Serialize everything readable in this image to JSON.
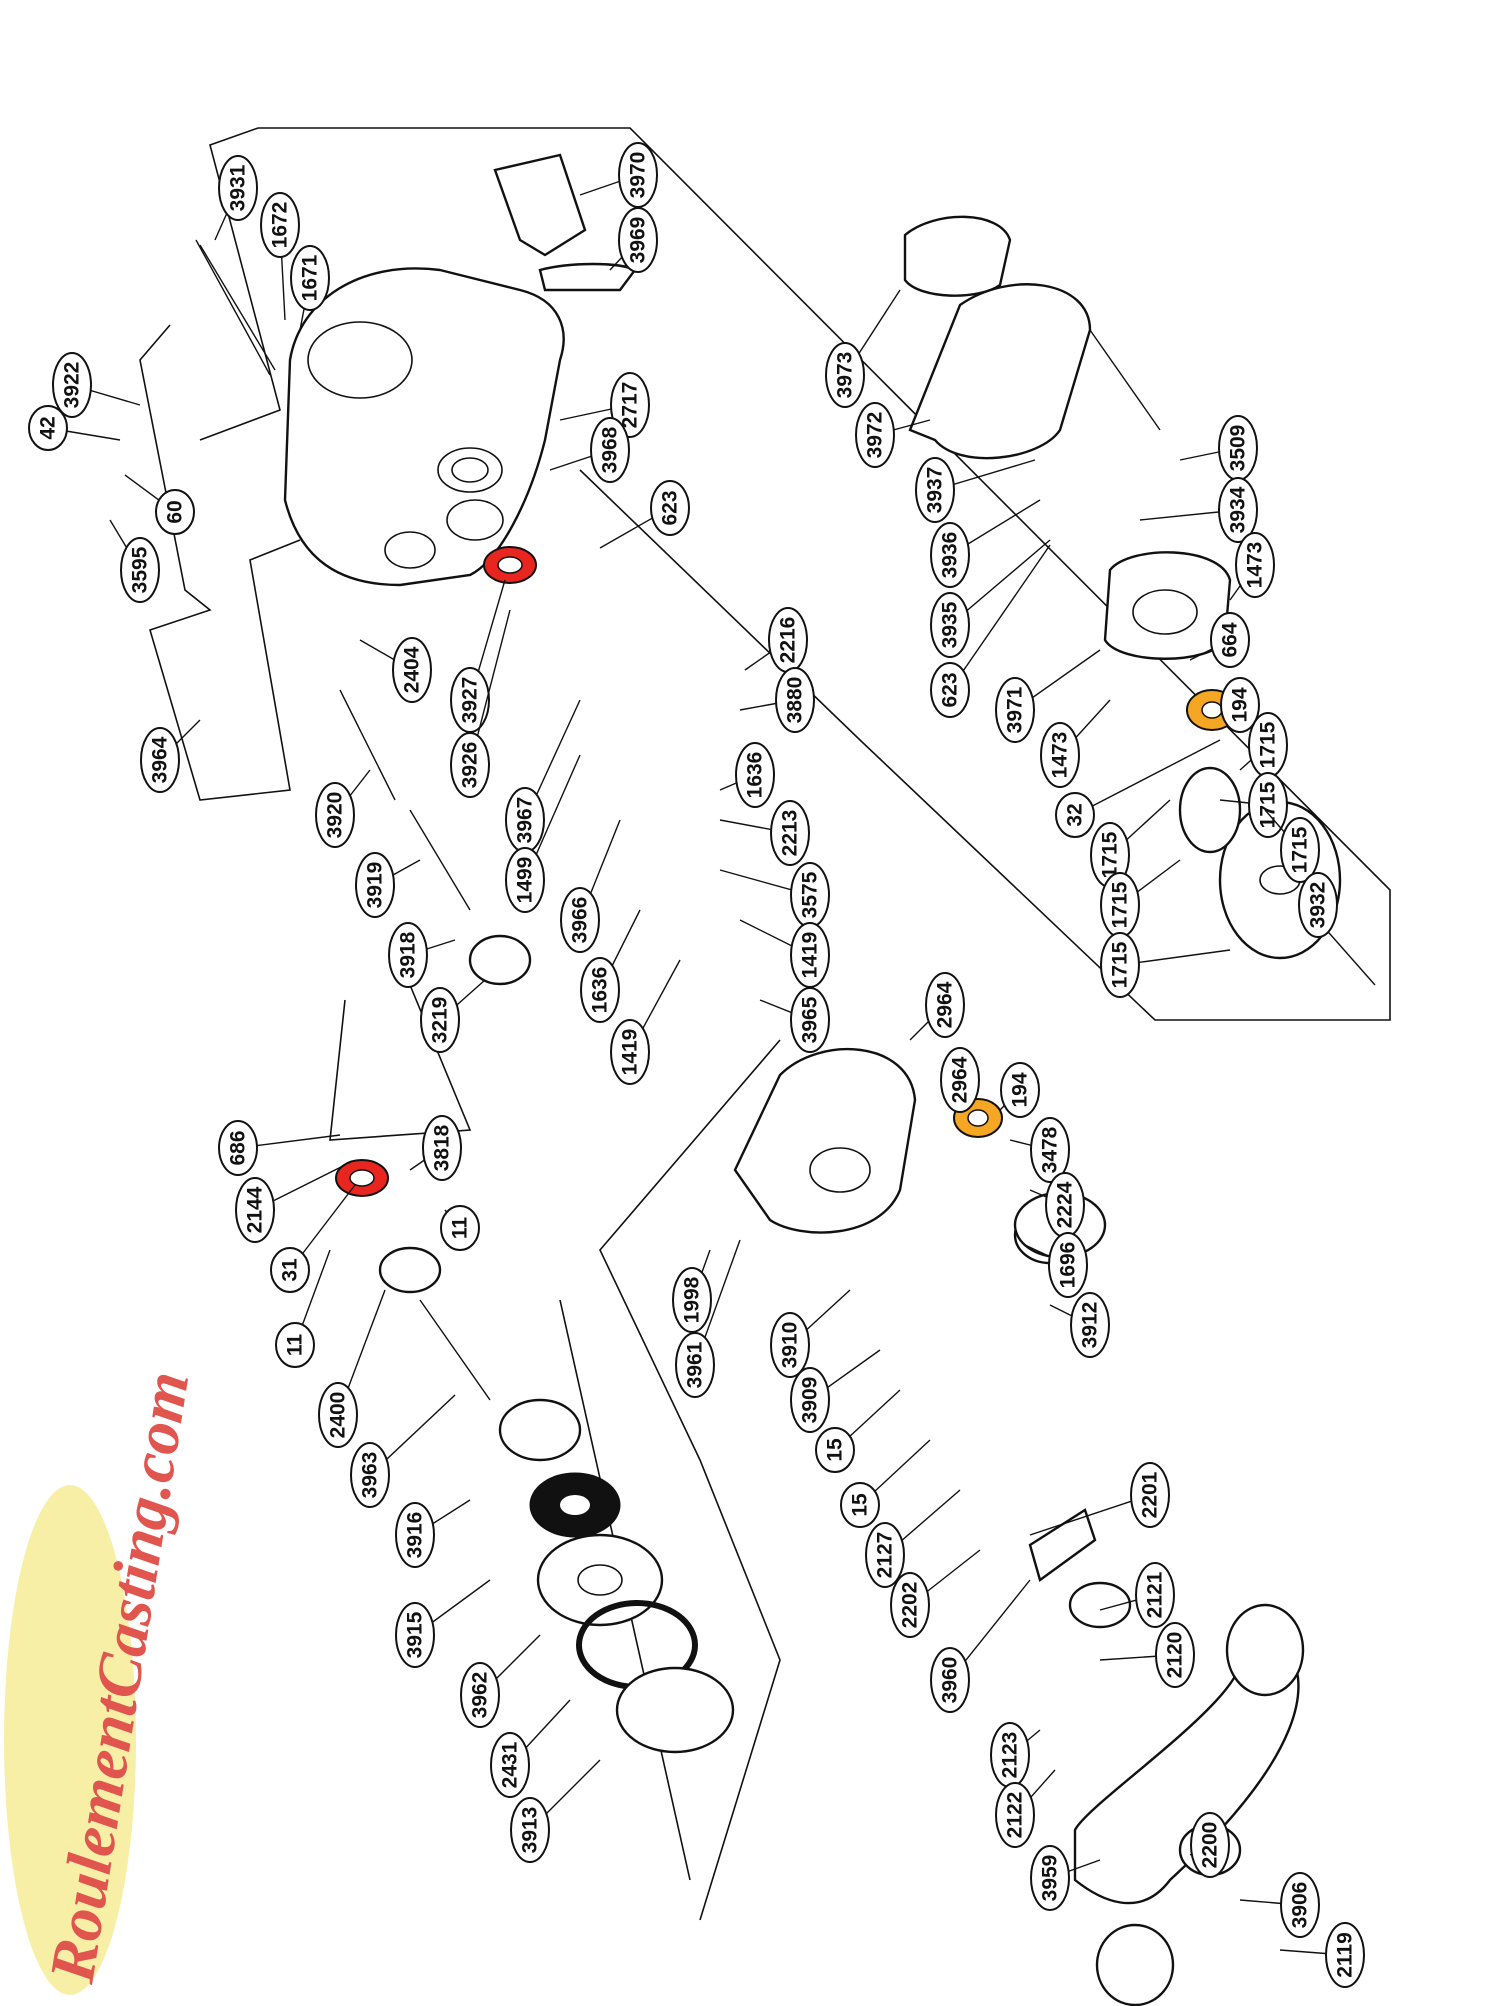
{
  "watermark": {
    "text": "RoulementCasting.com",
    "color": "#e0554e",
    "oval_color": "#f8efa6"
  },
  "highlight_colors": {
    "red_bearing": "#e8251f",
    "orange_bearing": "#f5a623"
  },
  "parts": [
    {
      "id": "3931",
      "label": "3931"
    },
    {
      "id": "1672",
      "label": "1672"
    },
    {
      "id": "1671",
      "label": "1671"
    },
    {
      "id": "3970",
      "label": "3970"
    },
    {
      "id": "3969",
      "label": "3969"
    },
    {
      "id": "3922",
      "label": "3922"
    },
    {
      "id": "42",
      "label": "42"
    },
    {
      "id": "60",
      "label": "60"
    },
    {
      "id": "3595",
      "label": "3595"
    },
    {
      "id": "2717",
      "label": "2717"
    },
    {
      "id": "3968",
      "label": "3968"
    },
    {
      "id": "623a",
      "label": "623"
    },
    {
      "id": "2404",
      "label": "2404"
    },
    {
      "id": "3927",
      "label": "3927"
    },
    {
      "id": "3926",
      "label": "3926"
    },
    {
      "id": "3967",
      "label": "3967"
    },
    {
      "id": "1499",
      "label": "1499"
    },
    {
      "id": "3966",
      "label": "3966"
    },
    {
      "id": "3964",
      "label": "3964"
    },
    {
      "id": "3920",
      "label": "3920"
    },
    {
      "id": "3919",
      "label": "3919"
    },
    {
      "id": "3918",
      "label": "3918"
    },
    {
      "id": "3219",
      "label": "3219"
    },
    {
      "id": "2216",
      "label": "2216"
    },
    {
      "id": "3880",
      "label": "3880"
    },
    {
      "id": "1636a",
      "label": "1636"
    },
    {
      "id": "2213",
      "label": "2213"
    },
    {
      "id": "3575",
      "label": "3575"
    },
    {
      "id": "1419a",
      "label": "1419"
    },
    {
      "id": "1636b",
      "label": "1636"
    },
    {
      "id": "1419b",
      "label": "1419"
    },
    {
      "id": "3965",
      "label": "3965"
    },
    {
      "id": "3973",
      "label": "3973"
    },
    {
      "id": "3972",
      "label": "3972"
    },
    {
      "id": "3509",
      "label": "3509"
    },
    {
      "id": "3937",
      "label": "3937"
    },
    {
      "id": "3934",
      "label": "3934"
    },
    {
      "id": "3936",
      "label": "3936"
    },
    {
      "id": "3935",
      "label": "3935"
    },
    {
      "id": "1473a",
      "label": "1473"
    },
    {
      "id": "623b",
      "label": "623"
    },
    {
      "id": "664",
      "label": "664"
    },
    {
      "id": "3971",
      "label": "3971"
    },
    {
      "id": "194a",
      "label": "194"
    },
    {
      "id": "1473b",
      "label": "1473"
    },
    {
      "id": "1715a",
      "label": "1715"
    },
    {
      "id": "32",
      "label": "32"
    },
    {
      "id": "1715b",
      "label": "1715"
    },
    {
      "id": "1715c",
      "label": "1715"
    },
    {
      "id": "1715d",
      "label": "1715"
    },
    {
      "id": "1715e",
      "label": "1715"
    },
    {
      "id": "3932",
      "label": "3932"
    },
    {
      "id": "1715f",
      "label": "1715"
    },
    {
      "id": "2964a",
      "label": "2964"
    },
    {
      "id": "2964b",
      "label": "2964"
    },
    {
      "id": "194b",
      "label": "194"
    },
    {
      "id": "3478",
      "label": "3478"
    },
    {
      "id": "2224",
      "label": "2224"
    },
    {
      "id": "1696",
      "label": "1696"
    },
    {
      "id": "3912",
      "label": "3912"
    },
    {
      "id": "686",
      "label": "686"
    },
    {
      "id": "3818",
      "label": "3818"
    },
    {
      "id": "2144",
      "label": "2144"
    },
    {
      "id": "11a",
      "label": "11"
    },
    {
      "id": "31",
      "label": "31"
    },
    {
      "id": "11b",
      "label": "11"
    },
    {
      "id": "2400",
      "label": "2400"
    },
    {
      "id": "1998",
      "label": "1998"
    },
    {
      "id": "3961",
      "label": "3961"
    },
    {
      "id": "3910",
      "label": "3910"
    },
    {
      "id": "3909",
      "label": "3909"
    },
    {
      "id": "15a",
      "label": "15"
    },
    {
      "id": "15b",
      "label": "15"
    },
    {
      "id": "3963",
      "label": "3963"
    },
    {
      "id": "2127",
      "label": "2127"
    },
    {
      "id": "2201",
      "label": "2201"
    },
    {
      "id": "3916",
      "label": "3916"
    },
    {
      "id": "2202",
      "label": "2202"
    },
    {
      "id": "3915",
      "label": "3915"
    },
    {
      "id": "2121",
      "label": "2121"
    },
    {
      "id": "3960",
      "label": "3960"
    },
    {
      "id": "2120",
      "label": "2120"
    },
    {
      "id": "3962",
      "label": "3962"
    },
    {
      "id": "2123",
      "label": "2123"
    },
    {
      "id": "2431",
      "label": "2431"
    },
    {
      "id": "2122",
      "label": "2122"
    },
    {
      "id": "3913",
      "label": "3913"
    },
    {
      "id": "3959",
      "label": "3959"
    },
    {
      "id": "2200",
      "label": "2200"
    },
    {
      "id": "3906",
      "label": "3906"
    },
    {
      "id": "2119",
      "label": "2119"
    }
  ]
}
